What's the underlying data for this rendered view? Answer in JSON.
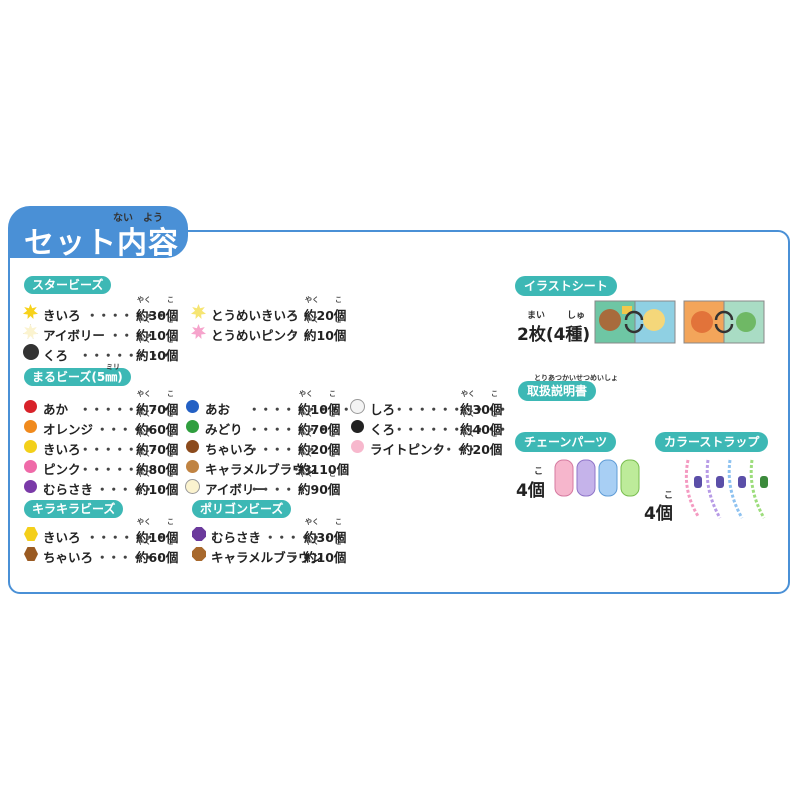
{
  "header": {
    "title": "セット内容",
    "ruby_nai": "ない",
    "ruby_you": "よう"
  },
  "categories": {
    "star_beads": "スタービーズ",
    "round_beads": "まるビーズ(5㎜)",
    "round_ruby": "ミリ",
    "kirakira": "キラキラビーズ",
    "polygon": "ポリゴンビーズ"
  },
  "star_items": [
    {
      "label": "きいろ",
      "dots": "・・・・・・・",
      "amount": "約30個",
      "color": "#f7d21c"
    },
    {
      "label": "アイボリー",
      "dots": "・・・・",
      "amount": "約10個",
      "color": "#fbf3cf"
    },
    {
      "label": "くろ",
      "dots": "・・・・・・・・",
      "amount": "約10個",
      "color": "#333333"
    },
    {
      "label": "とうめいきいろ",
      "dots": "・・",
      "amount": "約20個",
      "color": "#f4e15a"
    },
    {
      "label": "とうめいピンク",
      "dots": "・・",
      "amount": "約10個",
      "color": "#f6a4cc"
    }
  ],
  "round_items": [
    {
      "label": "あか",
      "dots": "・・・・・・・・",
      "amount": "約70個",
      "color": "#d8222a"
    },
    {
      "label": "オレンジ",
      "dots": "・・・・・",
      "amount": "約60個",
      "color": "#f08a1d"
    },
    {
      "label": "きいろ",
      "dots": "・・・・・・・",
      "amount": "約70個",
      "color": "#f3d01a"
    },
    {
      "label": "ピンク",
      "dots": "・・・・・・・",
      "amount": "約80個",
      "color": "#ef6aa8"
    },
    {
      "label": "むらさき",
      "dots": "・・・・・・",
      "amount": "約10個",
      "color": "#7a3aa8"
    },
    {
      "label": "あお",
      "dots": "・・・・・・・・・",
      "amount": "約10個",
      "color": "#2360c4"
    },
    {
      "label": "みどり",
      "dots": "・・・・・・・",
      "amount": "約70個",
      "color": "#2f9e3e"
    },
    {
      "label": "ちゃいろ",
      "dots": "・・・・・・",
      "amount": "約20個",
      "color": "#8b4a1c"
    },
    {
      "label": "キャラメルブラウン",
      "dots": "・・",
      "amount": "約110個",
      "color": "#c08342"
    },
    {
      "label": "アイボリー",
      "dots": "・・・・・",
      "amount": "約90個",
      "color": "#fbf3cf"
    },
    {
      "label": "しろ",
      "dots": "・・・・・・・・・・",
      "amount": "約30個",
      "color": "#f4f4f4"
    },
    {
      "label": "くろ",
      "dots": "・・・・・・・・・・",
      "amount": "約40個",
      "color": "#222222"
    },
    {
      "label": "ライトピンク",
      "dots": "・・・・",
      "amount": "約20個",
      "color": "#f7b8cd"
    }
  ],
  "kira_items": [
    {
      "label": "きいろ",
      "dots": "・・・・・・・",
      "amount": "約10個",
      "color": "#f4cf1a"
    },
    {
      "label": "ちゃいろ",
      "dots": "・・・・・・",
      "amount": "約60個",
      "color": "#9a5a22"
    }
  ],
  "polygon_items": [
    {
      "label": "むらさき",
      "dots": "・・・・・・・",
      "amount": "約30個",
      "color": "#6b3a9c"
    },
    {
      "label": "キャラメルブラウン",
      "dots": "・・",
      "amount": "約10個",
      "color": "#a8692d"
    }
  ],
  "yaku_ruby": "やく",
  "ko_ruby": "こ",
  "illust": {
    "title": "イラストシート",
    "count": "2枚(4種)",
    "ruby_mai": "まい",
    "ruby_shu": "しゅ"
  },
  "manual": {
    "title": "取扱説明書",
    "ruby": "とりあつかいせつめいしょ"
  },
  "chain": {
    "title": "チェーンパーツ",
    "count": "4個",
    "ruby": "こ"
  },
  "strap": {
    "title": "カラーストラップ",
    "count": "4個",
    "ruby": "こ"
  },
  "colors": {
    "brand_blue": "#4a90d6",
    "teal": "#3db8b5"
  }
}
